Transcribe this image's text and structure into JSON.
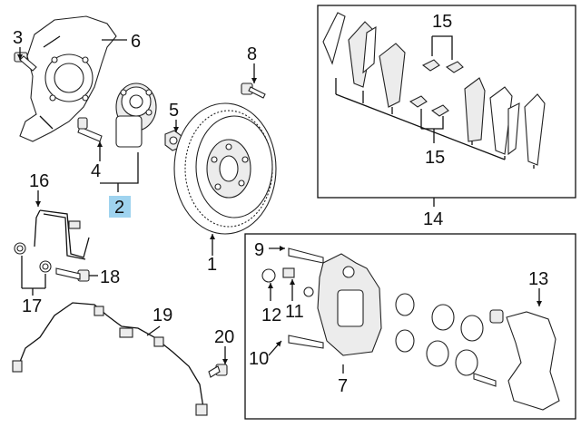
{
  "callouts": {
    "c1": "1",
    "c2": "2",
    "c3": "3",
    "c4": "4",
    "c5": "5",
    "c6": "6",
    "c7": "7",
    "c8": "8",
    "c9": "9",
    "c10": "10",
    "c11": "11",
    "c12": "12",
    "c13": "13",
    "c14": "14",
    "c15a": "15",
    "c15b": "15",
    "c16": "16",
    "c17": "17",
    "c18": "18",
    "c19": "19",
    "c20": "20"
  },
  "highlight_color": "#9fd3ef"
}
